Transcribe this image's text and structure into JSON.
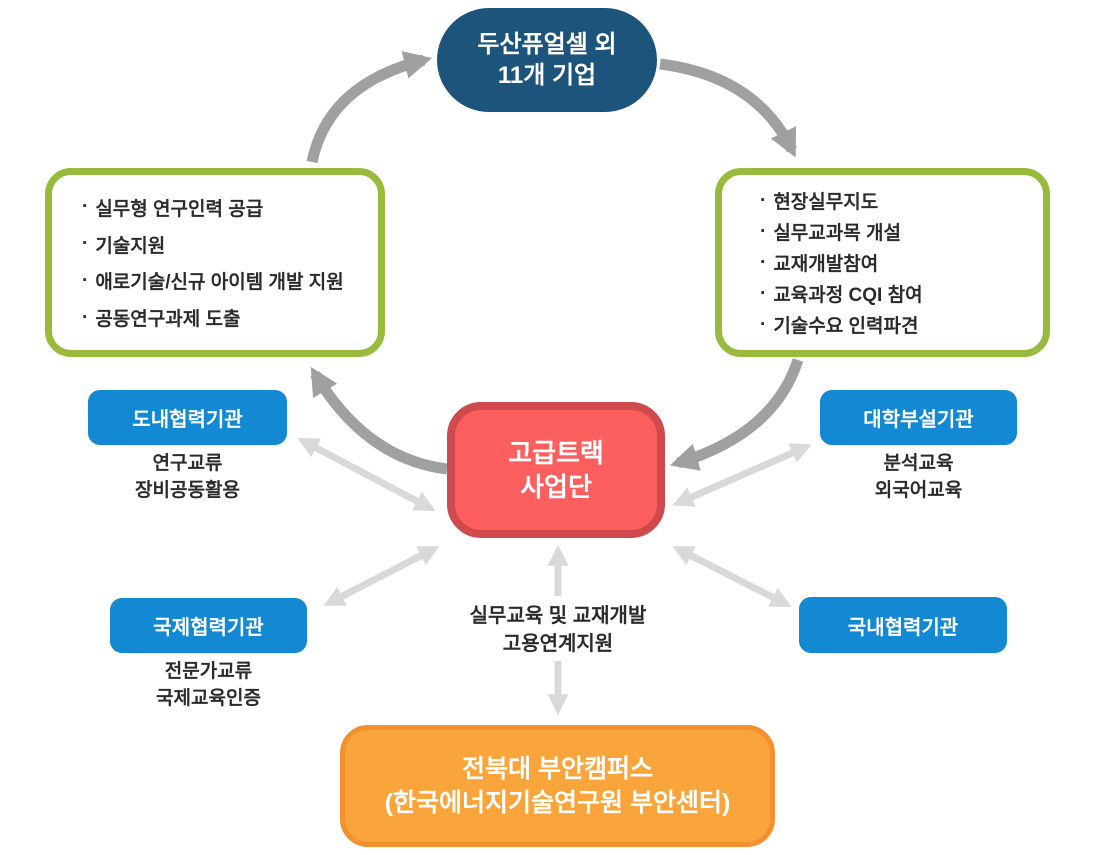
{
  "diagram": {
    "bullet": "·",
    "top_node": {
      "lines": [
        "두산퓨얼셀 외",
        "11개 기업"
      ],
      "fill": "#1d547c"
    },
    "left_box": {
      "items": [
        "실무형 연구인력 공급",
        "기술지원",
        "애로기술/신규 아이템 개발 지원",
        "공동연구과제 도출"
      ],
      "border_color": "#98bb3e"
    },
    "right_box": {
      "items": [
        "현장실무지도",
        "실무교과목 개설",
        "교재개발참여",
        "교육과정 CQI 참여",
        "기술수요 인력파견"
      ],
      "border_color": "#98bb3e"
    },
    "center_node": {
      "lines": [
        "고급트랙",
        "사업단"
      ],
      "fill": "#fd5e5e",
      "border_color": "#ce4a4c"
    },
    "partners": [
      {
        "label": "도내협력기관",
        "sub": [
          "연구교류",
          "장비공동활용"
        ]
      },
      {
        "label": "대학부설기관",
        "sub": [
          "분석교육",
          "외국어교육"
        ]
      },
      {
        "label": "국제협력기관",
        "sub": [
          "전문가교류",
          "국제교육인증"
        ]
      },
      {
        "label": "국내협력기관",
        "sub": []
      }
    ],
    "partner_fill": "#1289d2",
    "center_caption": {
      "lines": [
        "실무교육 및 교재개발",
        "고용연계지원"
      ]
    },
    "bottom_node": {
      "lines": [
        "전북대 부안캠퍼스",
        "(한국에너지기술연구원 부안센터)"
      ],
      "fill": "#faa43c",
      "border_color": "#f4912e"
    },
    "arrow_colors": {
      "cycle": "#a0a0a0",
      "link": "#d9d9d9"
    }
  }
}
